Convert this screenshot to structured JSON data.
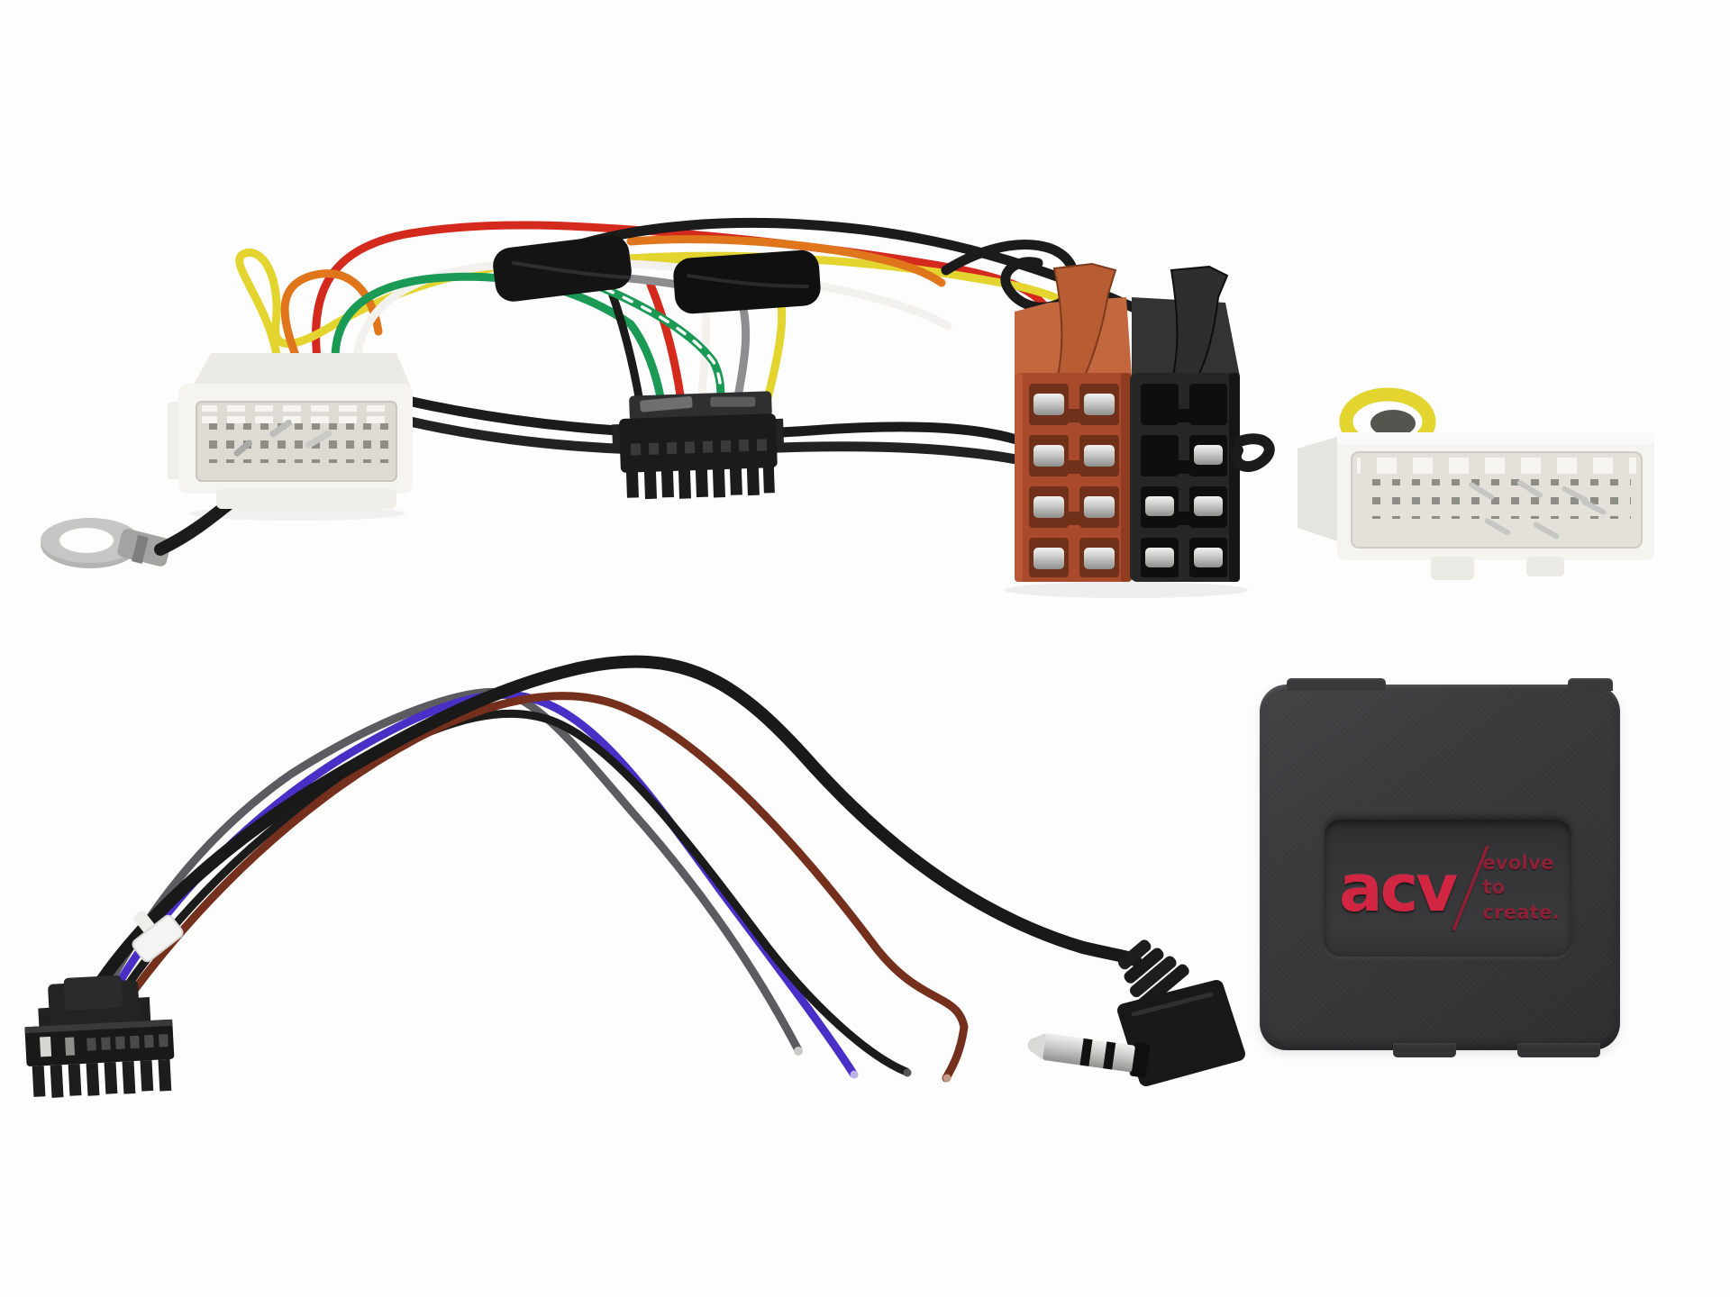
{
  "scene": {
    "background": "#fdfdfd"
  },
  "branding": {
    "logo": "acv",
    "slash": "/",
    "tagline_line1": "evolve",
    "tagline_line2": "to create."
  },
  "palette": {
    "wire_yellow": "#e3d42f",
    "wire_red": "#d42a1e",
    "wire_orange": "#e0761c",
    "wire_green": "#1a9a54",
    "wire_white": "#f2f1ed",
    "wire_black": "#1b1b1b",
    "wire_gray": "#8e8e90",
    "wire_brown": "#74301c",
    "wire_purple": "#4a2fc7",
    "wire_dark_gray": "#5c5c60",
    "connector_white": "#f5f4f0",
    "connector_white_recess": "#dddbd4",
    "iso_orange": "#a84a2b",
    "iso_orange_top": "#c2673e",
    "iso_orange_cavity": "#71301a",
    "iso_black": "#262626",
    "iso_black_cavity": "#0e0e0e",
    "plug_black": "#191919",
    "metal": "#c9c9c7",
    "tape_black": "#141414",
    "box_body": "#3b3b3d",
    "box_panel": "#343436",
    "logo_red": "#d12642",
    "tagline_red": "#8c2136"
  }
}
